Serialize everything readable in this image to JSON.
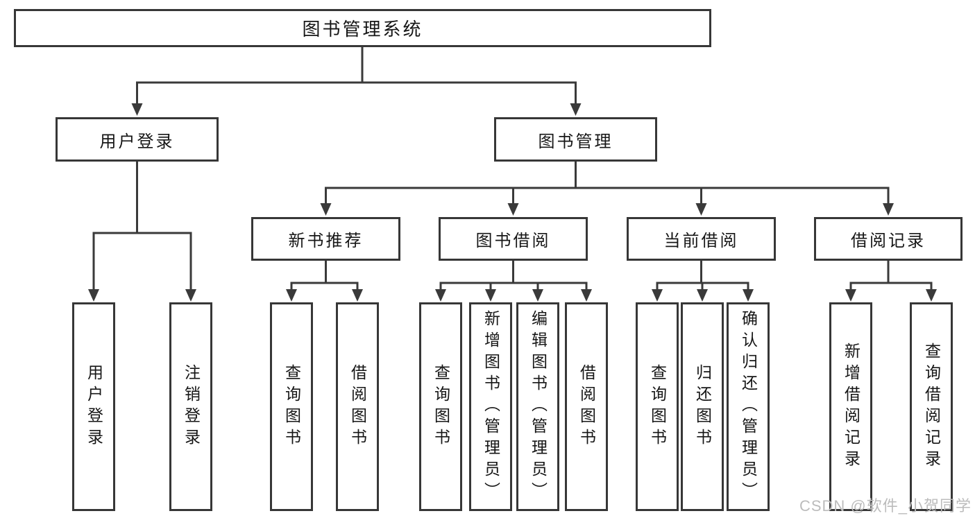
{
  "diagram": {
    "title": "图书管理系统",
    "branches": {
      "user_login": {
        "label": "用户登录",
        "leaves": [
          "用户登录",
          "注销登录"
        ]
      },
      "book_management": {
        "label": "图书管理",
        "sections": {
          "new_books": {
            "label": "新书推荐",
            "leaves": [
              "查询图书",
              "借阅图书"
            ]
          },
          "book_borrowing": {
            "label": "图书借阅",
            "leaves": [
              "查询图书",
              "新增图书（管理员）",
              "编辑图书（管理员）",
              "借阅图书"
            ]
          },
          "current_borrowing": {
            "label": "当前借阅",
            "leaves": [
              "查询图书",
              "归还图书",
              "确认归还（管理员）"
            ]
          },
          "borrowing_records": {
            "label": "借阅记录",
            "leaves": [
              "新增借阅记录",
              "查询借阅记录"
            ]
          }
        }
      }
    },
    "line_color": "#3a3a3a"
  },
  "watermark": {
    "text": "CSDN @软件_小贺同学"
  }
}
